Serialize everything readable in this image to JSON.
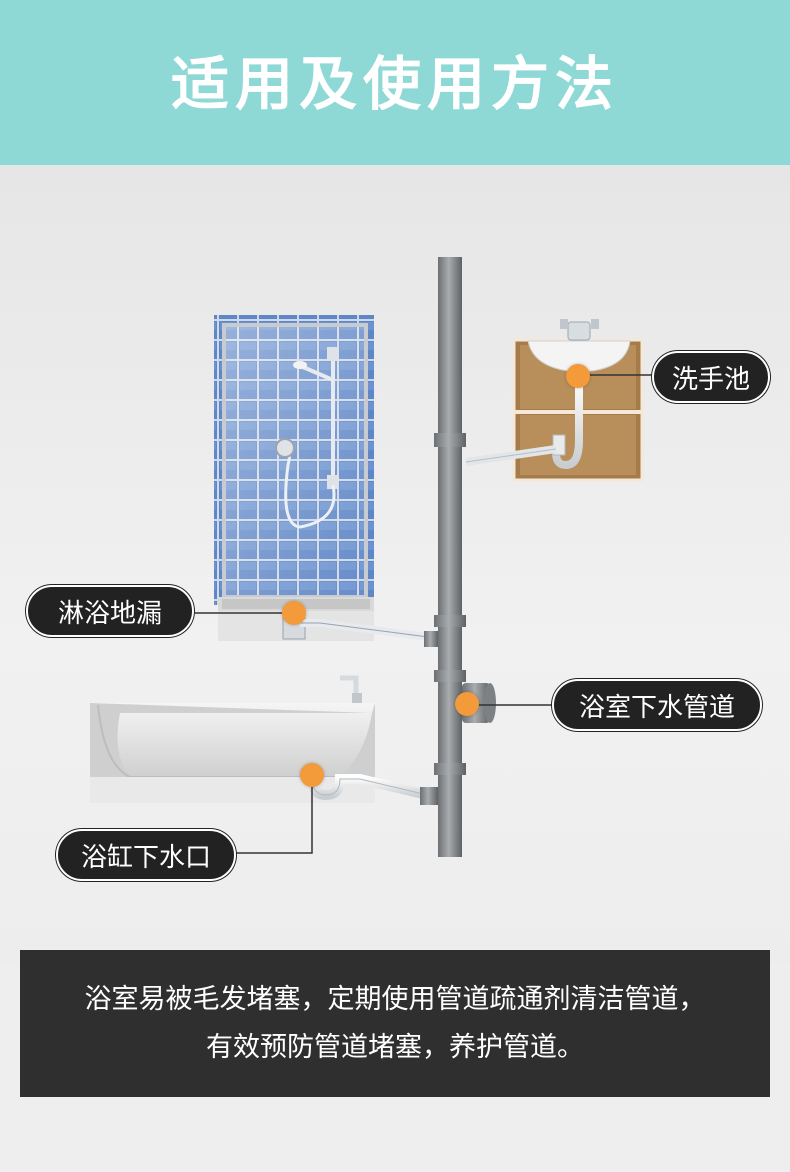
{
  "header": {
    "title": "适用及使用方法"
  },
  "labels": {
    "sink": "洗手池",
    "shower_drain": "淋浴地漏",
    "bathroom_pipe": "浴室下水管道",
    "bathtub_drain": "浴缸下水口"
  },
  "caption": {
    "line1": "浴室易被毛发堵塞，定期使用管道疏通剂清洁管道，",
    "line2": "有效预防管道堵塞，养护管道。"
  },
  "colors": {
    "header_bg": "#8ed8d6",
    "marker": "#f39a3a",
    "label_bg": "#222222",
    "caption_bg": "#2f2f2f"
  }
}
